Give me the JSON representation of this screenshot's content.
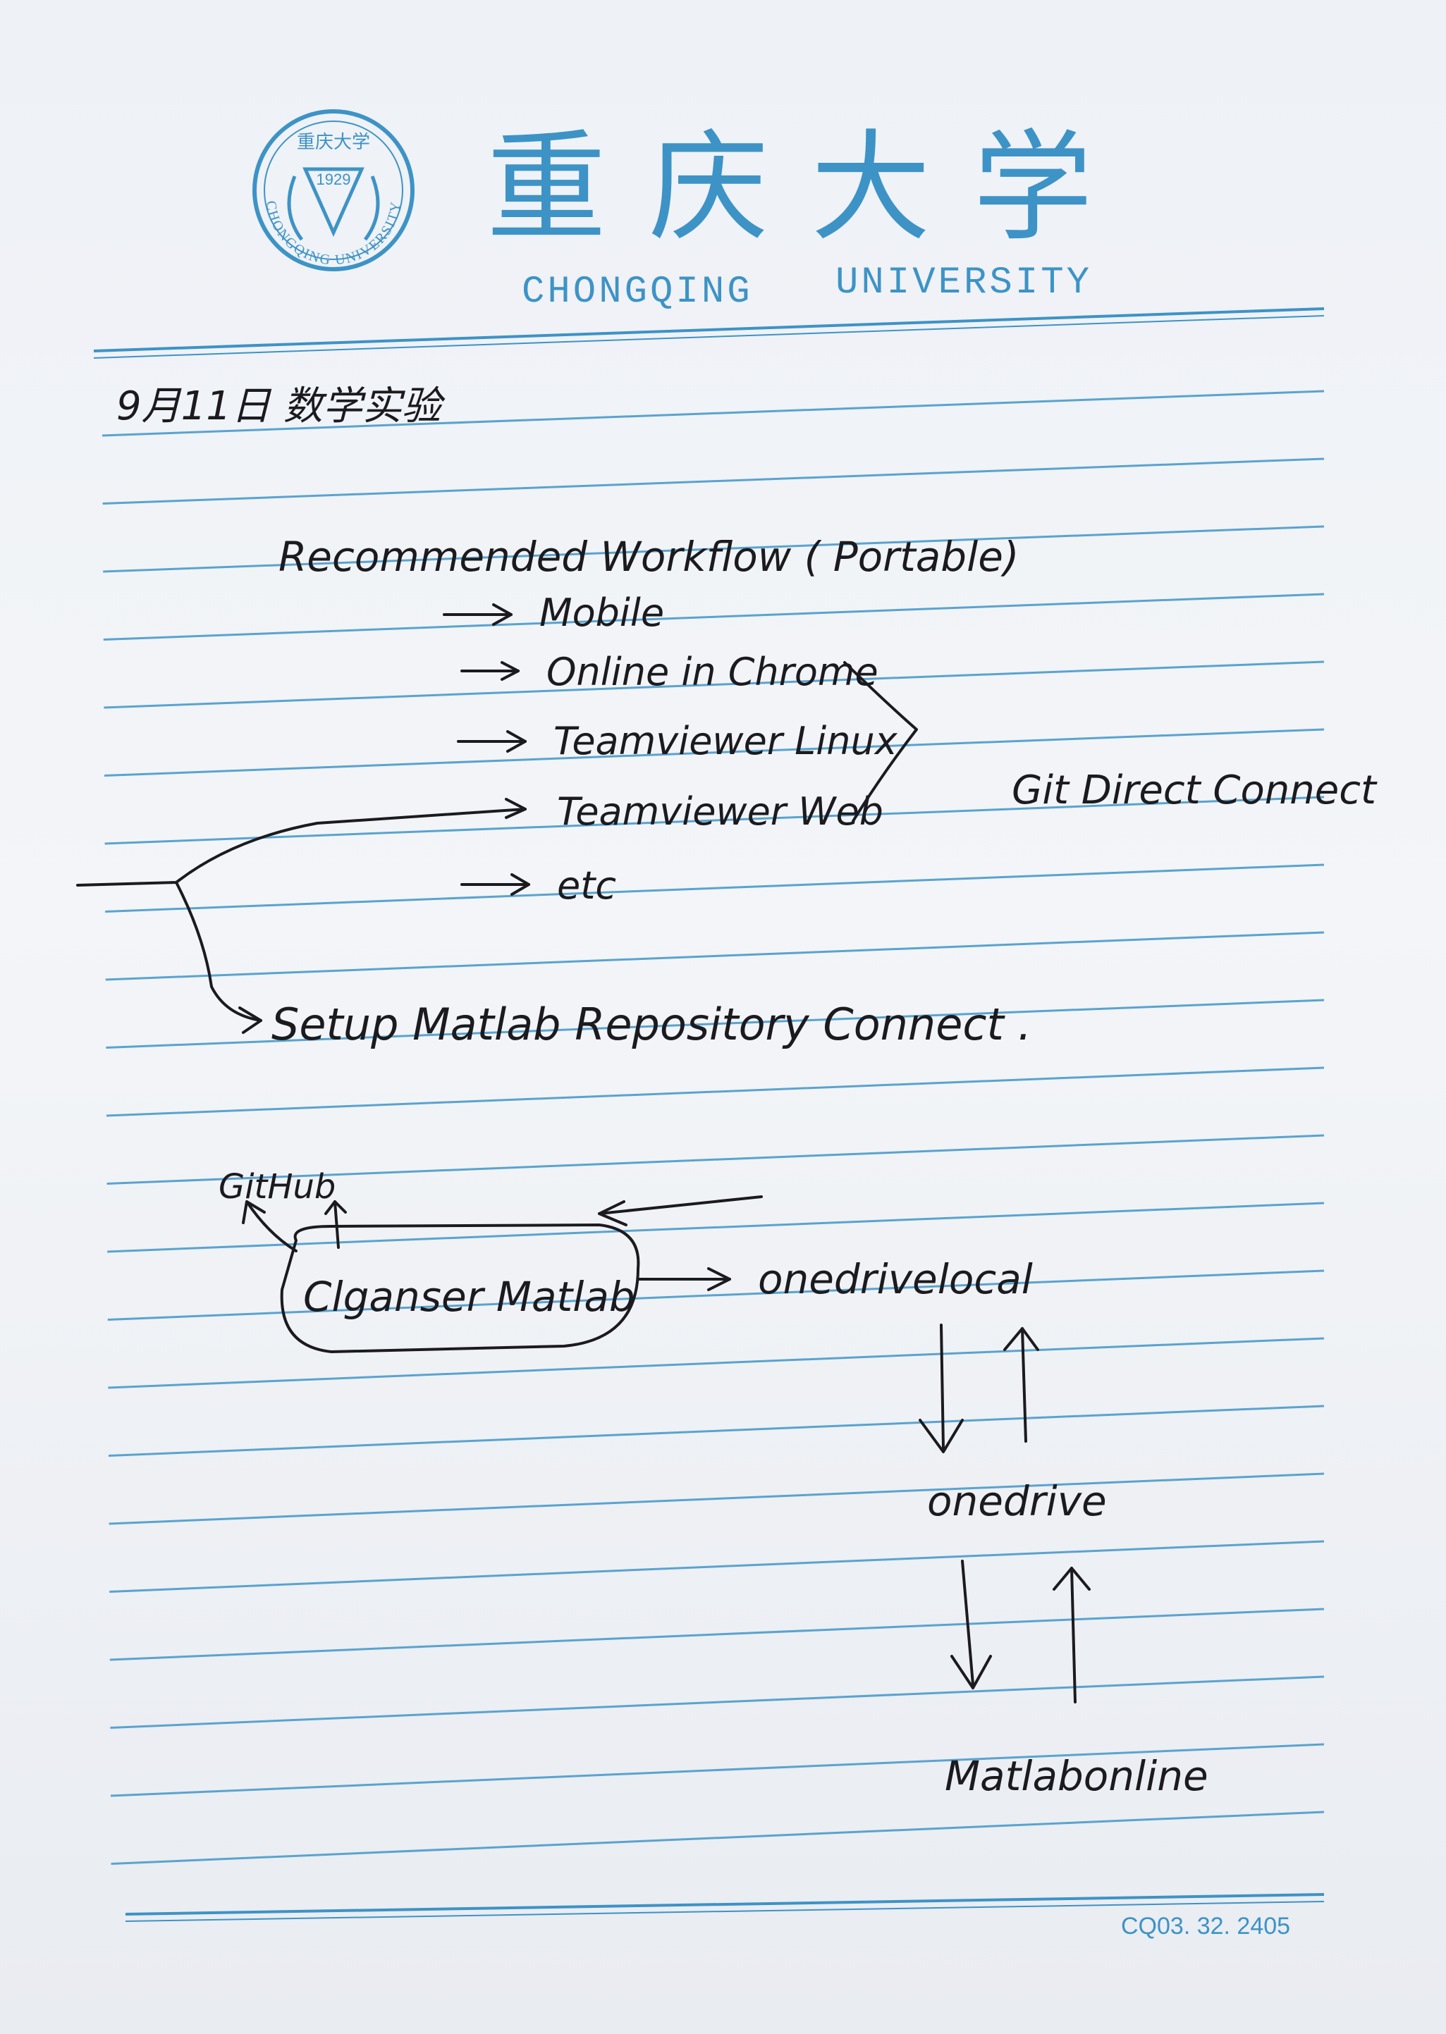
{
  "header": {
    "university_cn": "重庆大学",
    "university_en_1": "CHONGQING",
    "university_en_2": "UNIVERSITY",
    "seal_year": "1929",
    "seal_ring_text": "CHONGQING UNIVERSITY",
    "seal_top_text": "重庆大学"
  },
  "notes": {
    "date_line": "9月11日  数学实验",
    "workflow_title": "Recommended Workflow ( Portable)",
    "workflow_items": [
      "Mobile",
      "Online in Chrome",
      "Teamviewer Linux",
      "Teamviewer Web",
      "etc"
    ],
    "bracket_label": "Git Direct Connect",
    "setup_line": "Setup Matlab Repository Connect ."
  },
  "diagram": {
    "gitlab": "GitHub",
    "center": "Clganser Matlab",
    "local": "onedrivelocal",
    "cloud": "onedrive",
    "online": "Matlabonline"
  },
  "footer": {
    "code": "CQ03. 32. 2405"
  },
  "colors": {
    "rule_blue": "#3d93c6",
    "ink": "#1b1b1f",
    "paper": "#f1f3f7"
  }
}
